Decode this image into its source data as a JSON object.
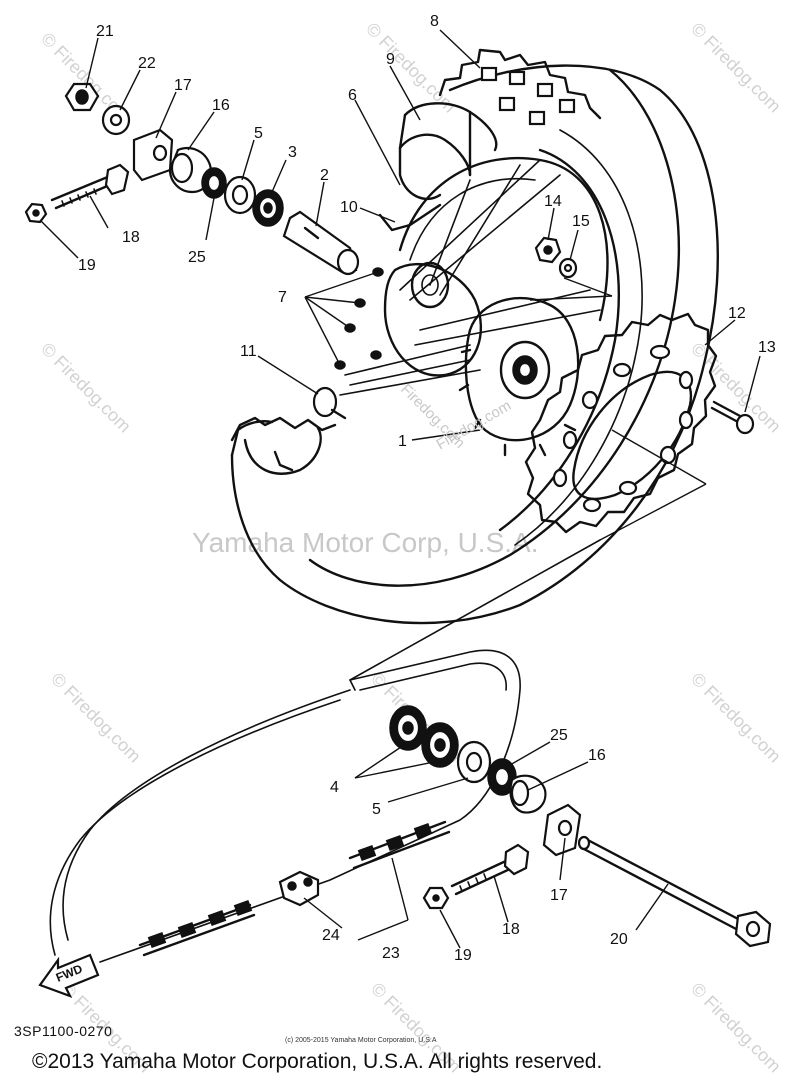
{
  "diagram": {
    "ref_code": "3SP1100-0270",
    "fwd_label": "FWD",
    "tiny_copyright": "(c) 2005-2015 Yamaha Motor Corporation, U.S.A",
    "copyright": "©2013 Yamaha Motor Corporation, U.S.A. All rights reserved.",
    "watermark_center": "Yamaha Motor Corp, U.S.A.",
    "watermark_tile": "© Firedog.com",
    "watermark_inline": "Firedog.com",
    "callouts": {
      "n1": "1",
      "n2": "2",
      "n3": "3",
      "n5": "5",
      "n6": "6",
      "n7": "7",
      "n8": "8",
      "n9": "9",
      "n10": "10",
      "n11": "11",
      "n12": "12",
      "n13": "13",
      "n14": "14",
      "n15": "15",
      "n16": "16",
      "n17": "17",
      "n18": "18",
      "n19": "19",
      "n21": "21",
      "n22": "22",
      "n25": "25",
      "b4": "4",
      "b5": "5",
      "b25": "25",
      "b16": "16",
      "b17": "17",
      "b18": "18",
      "b19": "19",
      "b20": "20",
      "b23": "23",
      "b24": "24"
    }
  }
}
